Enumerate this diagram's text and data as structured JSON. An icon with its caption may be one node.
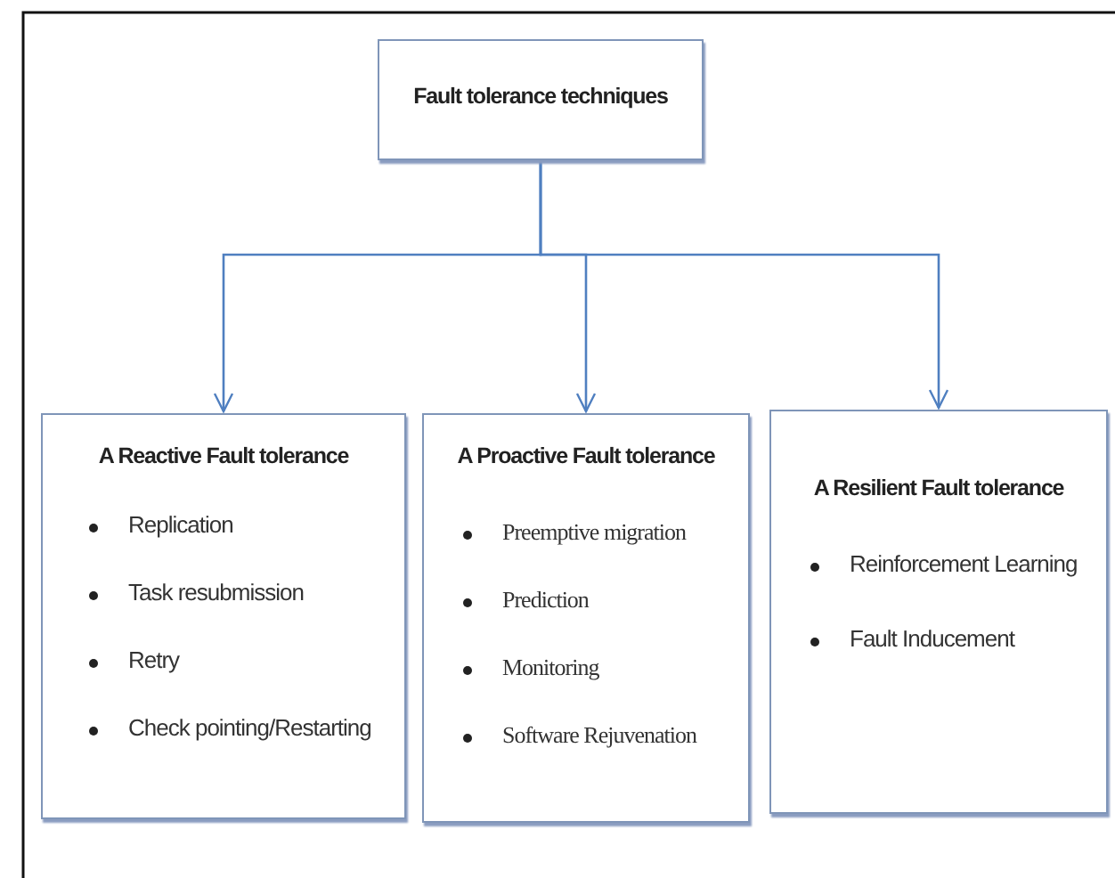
{
  "diagram": {
    "nodes": [
      {
        "text": [
          "Fault tolerance techniques"
        ]
      },
      {
        "text": [
          "A Reactive Fault tolerance",
          "Replication",
          "Task resubmission",
          "Retry",
          "Check pointing/Restarting"
        ]
      },
      {
        "text": [
          "A Proactive Fault tolerance",
          "Preemptive migration",
          "Prediction",
          "Monitoring",
          "Software Rejuvenation"
        ]
      },
      {
        "text": [
          "A Resilient Fault tolerance",
          "Reinforcement Learning",
          "Fault Inducement"
        ]
      }
    ],
    "edges": [
      {
        "from": 0,
        "to": 1,
        "arrow": "to"
      },
      {
        "from": 0,
        "to": 2,
        "arrow": "to"
      },
      {
        "from": 0,
        "to": 3,
        "arrow": "to"
      }
    ]
  }
}
